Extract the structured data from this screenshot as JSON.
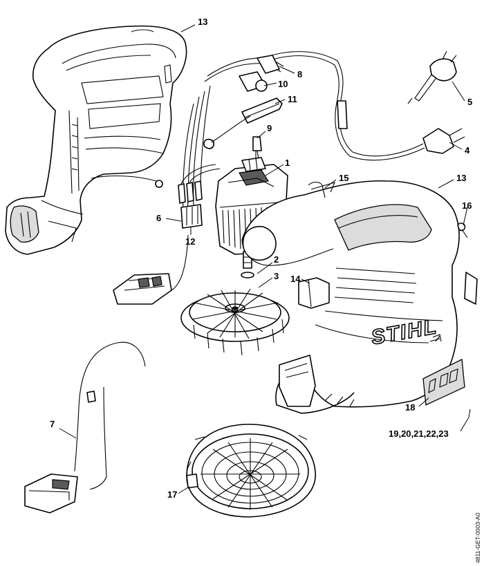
{
  "diagram": {
    "brand_mark": "STIHL",
    "drawing_number": "4811-GET-0003-A0",
    "callouts": [
      {
        "id": "c13a",
        "label": "13"
      },
      {
        "id": "c8",
        "label": "8"
      },
      {
        "id": "c10",
        "label": "10"
      },
      {
        "id": "c11",
        "label": "11"
      },
      {
        "id": "c5",
        "label": "5"
      },
      {
        "id": "c9",
        "label": "9"
      },
      {
        "id": "c1",
        "label": "1"
      },
      {
        "id": "c4",
        "label": "4"
      },
      {
        "id": "c15",
        "label": "15"
      },
      {
        "id": "c13b",
        "label": "13"
      },
      {
        "id": "c16",
        "label": "16"
      },
      {
        "id": "c6",
        "label": "6"
      },
      {
        "id": "c12",
        "label": "12"
      },
      {
        "id": "c2",
        "label": "2"
      },
      {
        "id": "c3",
        "label": "3"
      },
      {
        "id": "c14",
        "label": "14"
      },
      {
        "id": "c18",
        "label": "18"
      },
      {
        "id": "c19_23",
        "label": "19,20,21,22,23"
      },
      {
        "id": "c7",
        "label": "7"
      },
      {
        "id": "c17",
        "label": "17"
      }
    ]
  }
}
